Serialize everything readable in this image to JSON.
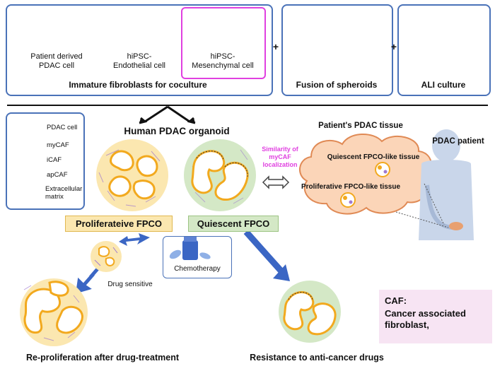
{
  "top": {
    "patient_cell": "Patient derived\nPDAC cell",
    "endothelial_cell": "hiPSC-\nEndothelial cell",
    "mesenchymal_cell": "hiPSC-\nMesenchymal cell",
    "caption": "Immature fibroblasts for coculture",
    "plus": "+",
    "fusion": "Fusion of spheroids",
    "ali": "ALI culture"
  },
  "legend": {
    "items": [
      "PDAC cell",
      "myCAF",
      "iCAF",
      "apCAF",
      "Extracellular\nmatrix"
    ]
  },
  "middle": {
    "organoid_title": "Human PDAC organoid",
    "proliferative": "Proliferateive FPCO",
    "quiescent": "Quiescent FPCO",
    "similarity": "Similarity of\nmyCAF localization",
    "tissue_title": "Patient's PDAC tissue",
    "quiescent_tissue": "Quiescent FPCO-like tissue",
    "proliferative_tissue": "Proliferative FPCO-like tissue",
    "patient": "PDAC patient"
  },
  "bottom": {
    "chemotherapy": "Chemotherapy",
    "drug_sensitive": "Drug sensitive",
    "reproliferation": "Re-proliferation after drug-treatment",
    "resistance": "Resistance to anti-cancer drugs",
    "caf_title": "CAF:",
    "caf_def": "Cancer associated\nfibroblast,"
  },
  "colors": {
    "frame": "#4a72b8",
    "magenta": "#e040e0",
    "pdac": "#f2a91e",
    "proliferative_fill": "#fbe7b0",
    "quiescent_fill": "#d4e8c6",
    "arrow": "#3b66c4",
    "caf_box": "#f7e4f3"
  }
}
